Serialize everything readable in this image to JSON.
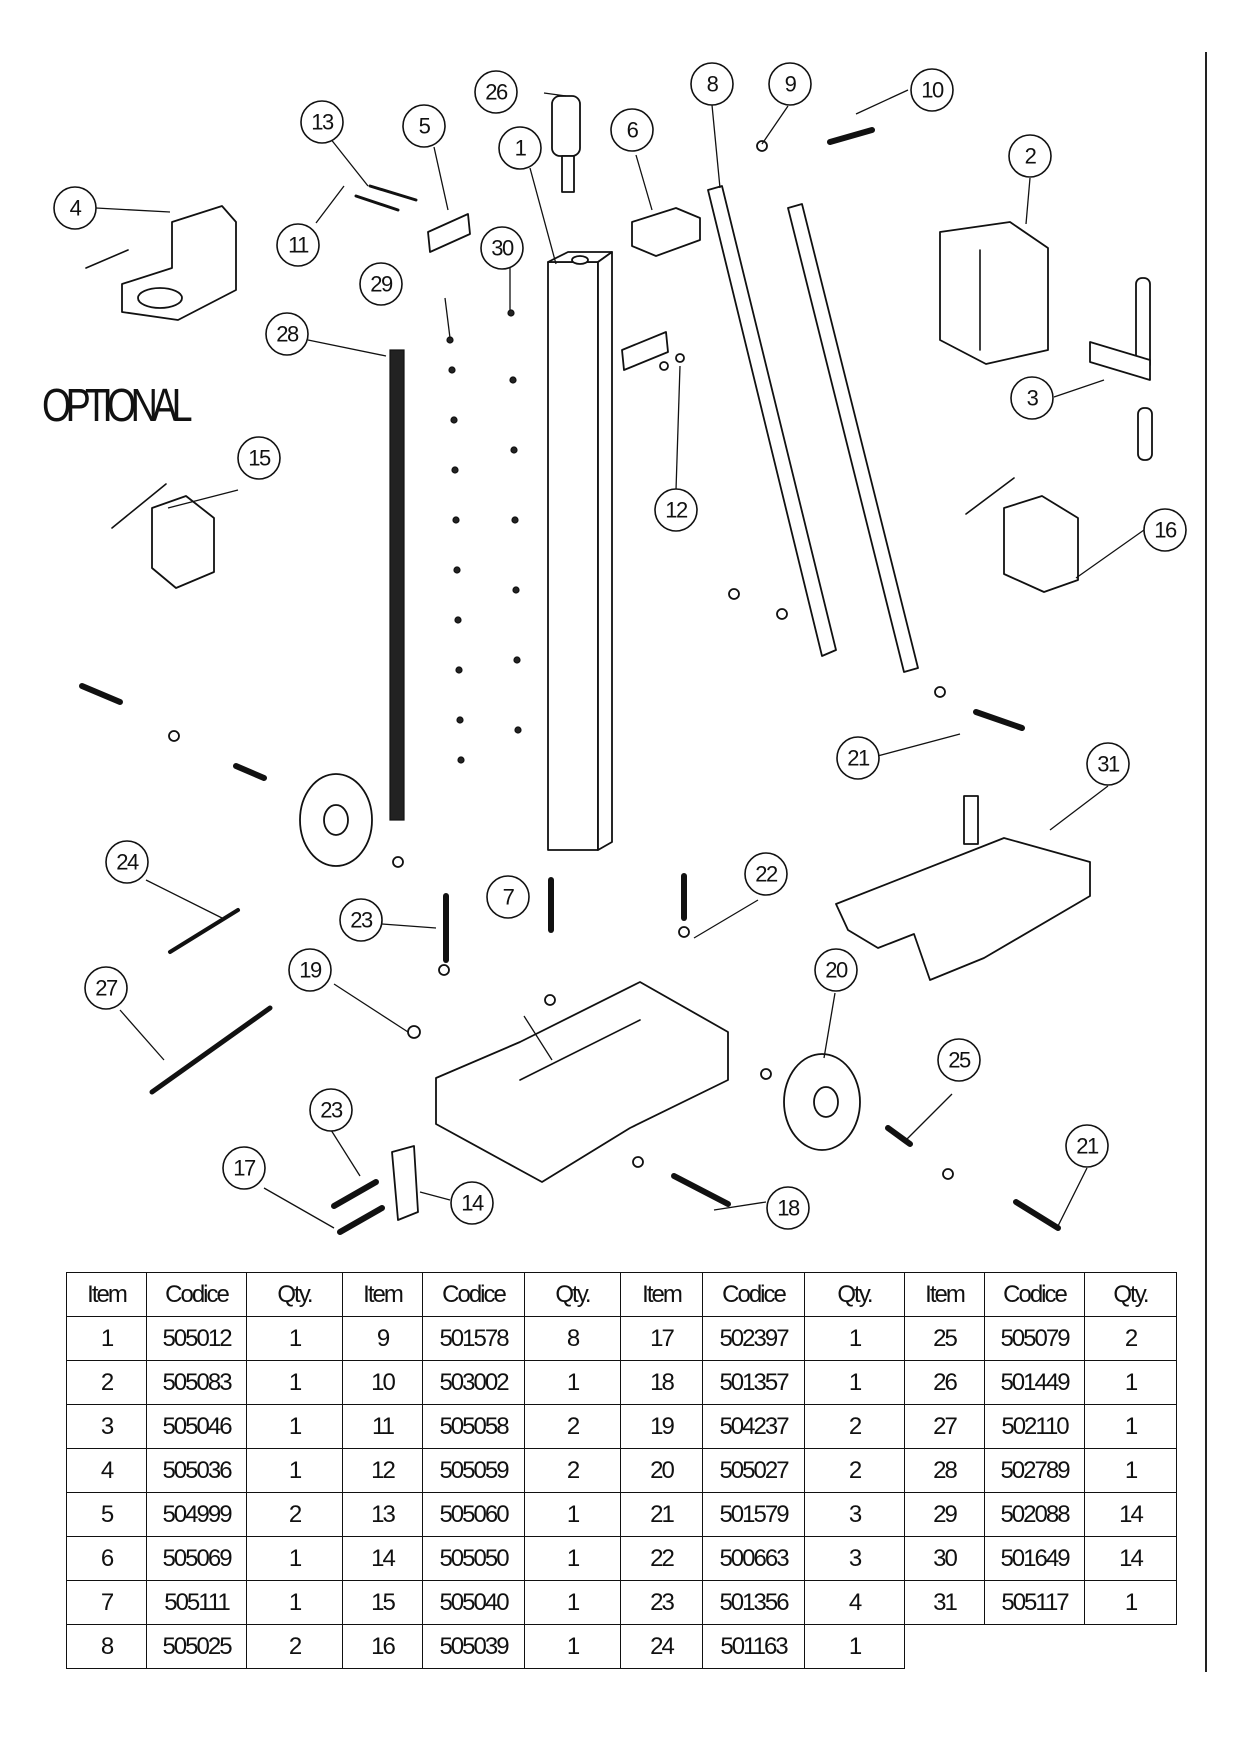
{
  "optional_label": "OPTIONAL",
  "callouts": [
    "1",
    "2",
    "3",
    "4",
    "5",
    "6",
    "7",
    "8",
    "9",
    "10",
    "11",
    "12",
    "13",
    "14",
    "15",
    "16",
    "17",
    "18",
    "19",
    "20",
    "21",
    "21",
    "22",
    "23",
    "23",
    "24",
    "25",
    "26",
    "27",
    "28",
    "29",
    "30",
    "31"
  ],
  "table": {
    "headers": [
      "Item",
      "Codice",
      "Qty.",
      "Item",
      "Codice",
      "Qty.",
      "Item",
      "Codice",
      "Qty.",
      "Item",
      "Codice",
      "Qty."
    ],
    "rows": [
      [
        "1",
        "505012",
        "1",
        "9",
        "501578",
        "8",
        "17",
        "502397",
        "1",
        "25",
        "505079",
        "2"
      ],
      [
        "2",
        "505083",
        "1",
        "10",
        "503002",
        "1",
        "18",
        "501357",
        "1",
        "26",
        "501449",
        "1"
      ],
      [
        "3",
        "505046",
        "1",
        "11",
        "505058",
        "2",
        "19",
        "504237",
        "2",
        "27",
        "502110",
        "1"
      ],
      [
        "4",
        "505036",
        "1",
        "12",
        "505059",
        "2",
        "20",
        "505027",
        "2",
        "28",
        "502789",
        "1"
      ],
      [
        "5",
        "504999",
        "2",
        "13",
        "505060",
        "1",
        "21",
        "501579",
        "3",
        "29",
        "502088",
        "14"
      ],
      [
        "6",
        "505069",
        "1",
        "14",
        "505050",
        "1",
        "22",
        "500663",
        "3",
        "30",
        "501649",
        "14"
      ],
      [
        "7",
        "505111",
        "1",
        "15",
        "505040",
        "1",
        "23",
        "501356",
        "4",
        "31",
        "505117",
        "1"
      ],
      [
        "8",
        "505025",
        "2",
        "16",
        "505039",
        "1",
        "24",
        "501163",
        "1",
        "",
        "",
        ""
      ]
    ]
  }
}
